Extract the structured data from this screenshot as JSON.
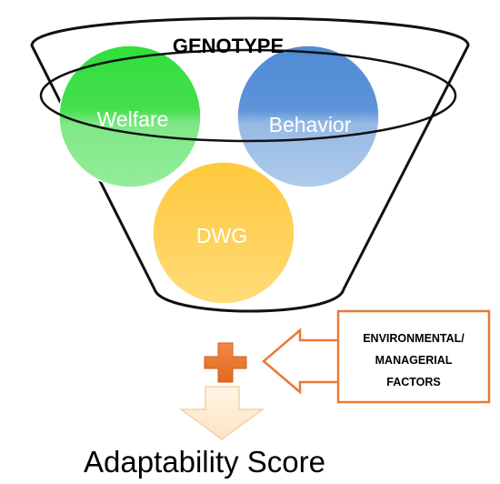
{
  "funnel": {
    "title": "GENOTYPE"
  },
  "circles": [
    {
      "label": "Welfare",
      "color": "#33E03A"
    },
    {
      "label": "Behavior",
      "color": "#4A87D4"
    },
    {
      "label": "DWG",
      "color": "#FFC93F"
    }
  ],
  "environment_box": {
    "lines": [
      "ENVIRONMENTAL/",
      "MANAGERIAL",
      "FACTORS"
    ],
    "border_color": "#E87A33"
  },
  "plus": {
    "color": "#E87A33"
  },
  "result": {
    "label": "Adaptability Score",
    "arrow_color": "#FDEBD0"
  }
}
